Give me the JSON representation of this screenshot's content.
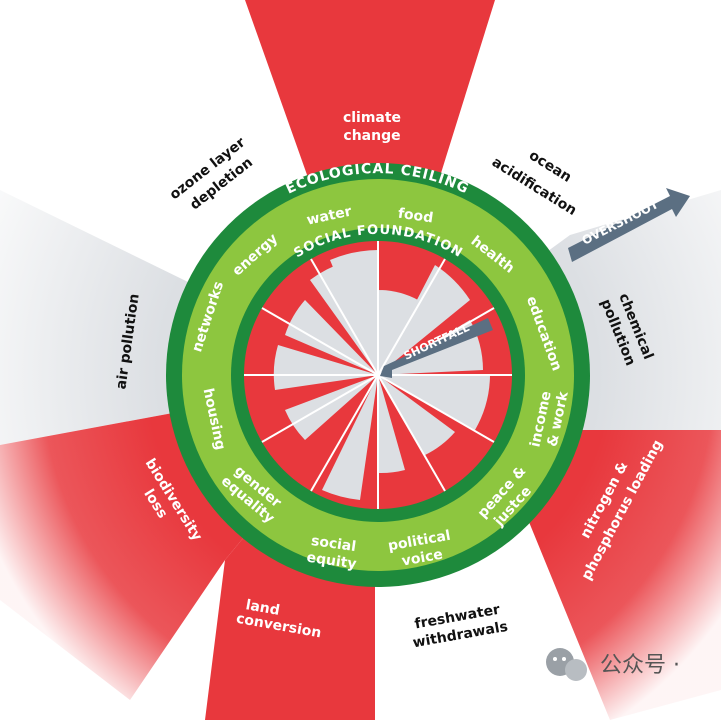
{
  "diagram": {
    "outer_ring_title": "ECOLOGICAL CEILING",
    "inner_ring_title": "SOCIAL FOUNDATION",
    "overshoot_label": "OVERSHOOT",
    "shortfall_label": "SHORTFALL",
    "colors": {
      "overshoot_red": "#e8383d",
      "ring_dark_green": "#1e8a3c",
      "ring_light_green": "#8dc63f",
      "shortfall_gray": "#dcdfe3",
      "arrow_slate": "#5b6f82"
    },
    "ecological_labels": {
      "climate_change": [
        "climate",
        "change"
      ],
      "ocean_acidification": [
        "ocean",
        "acidification"
      ],
      "chemical_pollution": [
        "chemical",
        "pollution"
      ],
      "nitrogen_phosphorus": [
        "nitrogen &",
        "phosphorus loading"
      ],
      "freshwater_withdrawals": [
        "freshwater",
        "withdrawals"
      ],
      "land_conversion": [
        "land",
        "conversion"
      ],
      "biodiversity_loss": [
        "biodiversity",
        "loss"
      ],
      "air_pollution": [
        "air pollution"
      ],
      "ozone_depletion": [
        "ozone layer",
        "depletion"
      ]
    },
    "social_labels": {
      "water": "water",
      "food": "food",
      "health": "health",
      "education": "education",
      "income_work": [
        "income",
        "& work"
      ],
      "peace_justice": [
        "peace &",
        "justce"
      ],
      "political_voice": [
        "political",
        "voice"
      ],
      "social_equity": [
        "social",
        "equity"
      ],
      "gender_equality": [
        "gender",
        "equality"
      ],
      "housing": "housing",
      "networks": "networks",
      "energy": "energy"
    }
  },
  "watermark": {
    "icon": "wechat-icon",
    "text": "公众号 ·"
  }
}
